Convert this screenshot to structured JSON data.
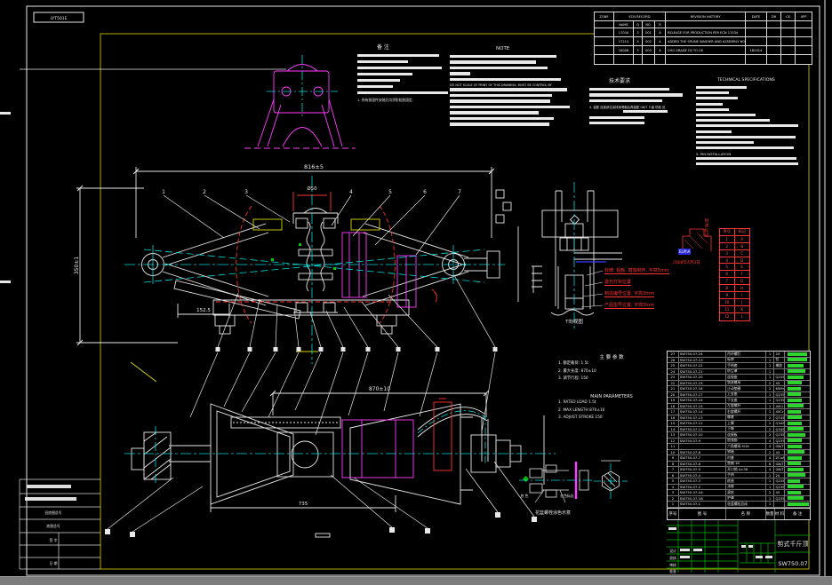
{
  "ref_box": {
    "label": "LYT501E"
  },
  "revision_table": {
    "col_zone": "ZONE",
    "col_group": "ECN RECORD",
    "col_desc": "REVISION HISTORY",
    "col_date": "DATE",
    "col_dr": "DR",
    "col_ck": "CK",
    "col_app": "APP",
    "sub": [
      "NAME",
      "Q",
      "NO.",
      "R"
    ],
    "rows": [
      [
        "",
        "17034",
        "3",
        "001",
        "A",
        "RELEASE FOR PRODUCTION PER ECN 17034",
        "",
        "",
        "",
        ""
      ],
      [
        "",
        "17214",
        "3",
        "002",
        "A",
        "ADDED THE SPLINE WASHER AND ASSEMBLY NOTE",
        "",
        "",
        "",
        ""
      ],
      [
        "",
        "18008",
        "3",
        "003",
        "A",
        "CHG GRADE C8 TO C8",
        "180314",
        "",
        "",
        ""
      ],
      [
        "",
        "",
        "",
        "",
        "",
        "",
        "",
        "",
        "",
        ""
      ]
    ]
  },
  "notes_left": {
    "title": "备 注",
    "bars": [
      92,
      57,
      95,
      62,
      48,
      40,
      102
    ],
    "footnote": "1. 所有紧固件安装后均涂防松胶固定."
  },
  "notes_right": {
    "title": "NOTE",
    "bars_a": [
      120,
      97,
      110,
      23,
      125
    ],
    "line": "DO NOT SCALE OF PRINT OF THIS DRAWING, MUST BE CONTROL BY",
    "bars_b": [
      132,
      115,
      113,
      135,
      100,
      117,
      112
    ]
  },
  "tech_zh": {
    "title": "技术要求",
    "bars": [
      90,
      105,
      82
    ],
    "line": "4. 装配 连接部位涂抹润滑脂后再装配 GB/T 5 级 防松 处",
    "indent_bar": [
      50
    ],
    "bars2": [
      62,
      62
    ]
  },
  "tech_en": {
    "title": "TECHNICAL SPECIFICATIONS",
    "bars": [
      57,
      37,
      47,
      30,
      37,
      67,
      83,
      115,
      40,
      112,
      65,
      110
    ],
    "line": "5. PIN INSTALLATION",
    "bars2": [
      113,
      115
    ]
  },
  "params": {
    "zh_title": "主 要 参 数",
    "zh_lines": [
      "1. 额定载荷: 1.5t",
      "2. 最大长度: 870±10",
      "3. 调节行程: 150"
    ],
    "en_title": "MAIN PARAMETERS",
    "en_lines": [
      "1. RATED LOAD   1.5t",
      "2. MAX LENGTH   870±10",
      "3. ADJUST STROKE   150"
    ]
  },
  "dims": {
    "top_overall": "816±5",
    "top_height": "350±1",
    "top_foot": "152.5",
    "top_bore": "Ø50",
    "bottom_overall": "870±10",
    "bottom_length": "735"
  },
  "balloon_numbers": [
    "1",
    "2",
    "3",
    "4",
    "5",
    "6",
    "7"
  ],
  "red_table": {
    "headers": [
      "序号",
      "标记"
    ],
    "rows": [
      [
        "1",
        "A"
      ],
      [
        "2",
        "B"
      ],
      [
        "3",
        "C"
      ],
      [
        "4",
        "D"
      ],
      [
        "5",
        "E"
      ],
      [
        "6",
        "F"
      ],
      [
        "7",
        "G"
      ],
      [
        "8",
        "H"
      ],
      [
        "9",
        "I"
      ],
      [
        "10",
        "J"
      ],
      [
        "11",
        "K"
      ],
      [
        "12",
        "L"
      ]
    ]
  },
  "red_notes": [
    "标牌: 铝板, 腐蚀制作, 字高5mm",
    "激光打标位置",
    "制造编号位置, 字高3mm",
    "产品型号位置, 字高3mm"
  ],
  "red_sketch": {
    "highlight": "ELPhA",
    "date": "2008年4月3日",
    "vertical": "喷漆标记"
  },
  "t_view": {
    "caption": "T向视图"
  },
  "detail": {
    "label_left": "底 色",
    "label_right": "红色标志",
    "caption": "花篮螺栓涂色示意"
  },
  "bom": {
    "headers": [
      "序号",
      "图 号",
      "名 称",
      "数量",
      "材 料",
      "备 注"
    ],
    "rows": [
      [
        "27",
        "SW750.07-24",
        "吊环螺钉",
        "1",
        "20",
        22
      ],
      [
        "26",
        "SW750.07-23",
        "标牌",
        "1",
        "铝",
        22
      ],
      [
        "25",
        "SW750.07-22",
        "手柄套",
        "1",
        "橡胶",
        18
      ],
      [
        "24",
        "SW750.07-21",
        "防尘罩",
        "1",
        "",
        20
      ],
      [
        "23",
        "SW750.07-20",
        "连接座",
        "1",
        "Q235",
        18
      ],
      [
        "22",
        "SW750.07-19",
        "锁紧螺母",
        "2",
        "45",
        16
      ],
      [
        "21",
        "SW750.07-18",
        "止动垫圈",
        "2",
        "65Mn",
        15
      ],
      [
        "20",
        "SW750.07-17",
        "上支座",
        "1",
        "Q235",
        15
      ],
      [
        "19",
        "SW750.07-16",
        "下支座",
        "1",
        "Q235",
        16
      ],
      [
        "18",
        "SW750.07-15",
        "左旋螺杆",
        "1",
        "40Cr",
        18
      ],
      [
        "17",
        "SW750.07-14",
        "右旋螺杆",
        "1",
        "40Cr",
        15
      ],
      [
        "16",
        "SW750.07-13",
        "螺套",
        "2",
        "QT450",
        16
      ],
      [
        "15",
        "SW750.07-12",
        "上臂",
        "2",
        "Q345",
        16
      ],
      [
        "14",
        "SW750.07-11",
        "下臂",
        "2",
        "Q345",
        18
      ],
      [
        "13",
        "SW750.07-10",
        "连接板",
        "2",
        "Q235",
        20
      ],
      [
        "12",
        "SW750.07-9",
        "加强筋",
        "4",
        "Q235",
        16
      ],
      [
        "11",
        "",
        "六角螺母 M16",
        "4",
        "GB/T 6170",
        16
      ],
      [
        "10",
        "SW750.07-8",
        "销轴",
        "2",
        "45",
        19
      ],
      [
        "9",
        "SW750.07-7",
        "衬套",
        "4",
        "ZCuAl9-4",
        16
      ],
      [
        "8",
        "SW750.07-6",
        "垫圈 16",
        "8",
        "GB/T 97.1",
        15
      ],
      [
        "7",
        "SW750.07-5",
        "开口销 4×36",
        "4",
        "GB/T 91",
        18
      ],
      [
        "6",
        "SW750.07-4",
        "手柄",
        "1",
        "20",
        20
      ],
      [
        "5",
        "SW750.07-3",
        "底座",
        "1",
        "Q235",
        14
      ],
      [
        "4",
        "SW750.07-2",
        "顶座",
        "1",
        "Q235",
        18
      ],
      [
        "3",
        "SW750.07-2A",
        "滚轮",
        "2",
        "45",
        15
      ],
      [
        "2",
        "SW750.07-1B",
        "护罩",
        "1",
        "Q235",
        18
      ],
      [
        "1",
        "SW750.07-1",
        "花篮螺栓总成",
        "1",
        "",
        24
      ]
    ]
  },
  "title_block": {
    "product": "剪式千斤顶",
    "number": "SW750.07",
    "sign_labels": [
      "设计",
      "校核",
      "审核",
      "批准"
    ]
  },
  "left_strip": {
    "labels": [
      "旧底图总号",
      "底图总号",
      "签 字",
      "日 期"
    ]
  },
  "colors": {
    "line": "#e8e8e8",
    "frame": "#b4aa00",
    "centerline": "#00dcdc",
    "accent_red": "#ff3333",
    "accent_magenta": "#ff3dff",
    "highlight_green": "#2fd32f",
    "grid_green": "#00b400"
  }
}
